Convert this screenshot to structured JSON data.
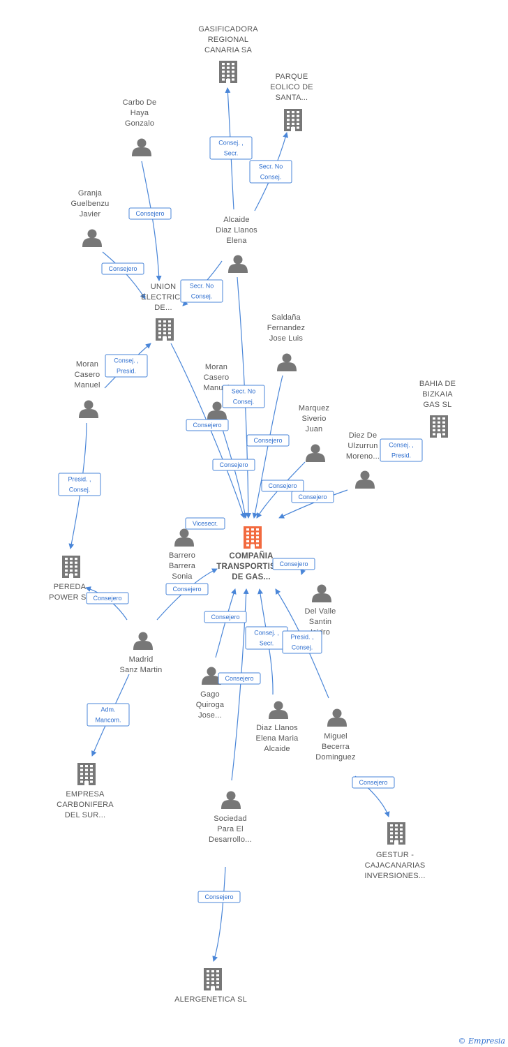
{
  "colors": {
    "edge": "#4a86d8",
    "node": "#777777",
    "main": "#f26a3f"
  },
  "nodes": [
    {
      "id": "gasif",
      "type": "company",
      "label": [
        "GASIFICADORA",
        "REGIONAL",
        "CANARIA SA"
      ]
    },
    {
      "id": "parque",
      "type": "company",
      "label": [
        "PARQUE",
        "EOLICO DE",
        "SANTA..."
      ]
    },
    {
      "id": "carbo",
      "type": "person",
      "label": [
        "Carbo De",
        "Haya",
        "Gonzalo"
      ]
    },
    {
      "id": "granja",
      "type": "person",
      "label": [
        "Granja",
        "Guelbenzu",
        "Javier"
      ]
    },
    {
      "id": "alcaide",
      "type": "person",
      "label": [
        "Alcaide",
        "Diaz Llanos",
        "Elena"
      ]
    },
    {
      "id": "union",
      "type": "company",
      "label": [
        "UNION",
        "ELECTRICA",
        "DE..."
      ]
    },
    {
      "id": "saldana",
      "type": "person",
      "label": [
        "Saldaña",
        "Fernandez",
        "Jose Luis"
      ]
    },
    {
      "id": "moran1",
      "type": "person",
      "label": [
        "Moran",
        "Casero",
        "Manuel"
      ]
    },
    {
      "id": "moran2",
      "type": "person",
      "label": [
        "Moran",
        "Casero",
        "Manuel"
      ]
    },
    {
      "id": "bahia",
      "type": "company",
      "label": [
        "BAHIA DE",
        "BIZKAIA",
        "GAS SL"
      ]
    },
    {
      "id": "marquez",
      "type": "person",
      "label": [
        "Marquez",
        "Siverio",
        "Juan"
      ]
    },
    {
      "id": "diez",
      "type": "person",
      "label": [
        "Diez De",
        "Ulzurrun",
        "Moreno..."
      ]
    },
    {
      "id": "main",
      "type": "main",
      "label": [
        "COMPAÑIA",
        "TRANSPORTISTA",
        "DE GAS..."
      ]
    },
    {
      "id": "barrero",
      "type": "person",
      "label": [
        "Barrero",
        "Barrera",
        "Sonia"
      ]
    },
    {
      "id": "pereda",
      "type": "company",
      "label": [
        "PEREDA",
        "POWER SL"
      ]
    },
    {
      "id": "delvalle",
      "type": "person",
      "label": [
        "Del Valle",
        "Santin",
        "Isidro"
      ]
    },
    {
      "id": "madrid",
      "type": "person",
      "label": [
        "Madrid",
        "Sanz Martin"
      ]
    },
    {
      "id": "gago",
      "type": "person",
      "label": [
        "Gago",
        "Quiroga",
        "Jose..."
      ]
    },
    {
      "id": "diazll",
      "type": "person",
      "label": [
        "Diaz Llanos",
        "Elena Maria",
        "Alcaide"
      ]
    },
    {
      "id": "miguel",
      "type": "person",
      "label": [
        "Miguel",
        "Becerra",
        "Dominguez"
      ]
    },
    {
      "id": "empresa",
      "type": "company",
      "label": [
        "EMPRESA",
        "CARBONIFERA",
        "DEL SUR..."
      ]
    },
    {
      "id": "gestur",
      "type": "company",
      "label": [
        "GESTUR -",
        "CAJACANARIAS",
        "INVERSIONES..."
      ]
    },
    {
      "id": "sociedad",
      "type": "person",
      "label": [
        "Sociedad",
        "Para El",
        "Desarrollo..."
      ]
    },
    {
      "id": "alergenetica",
      "type": "company",
      "label": [
        "ALERGENETICA SL"
      ]
    }
  ],
  "relations": [
    {
      "id": "r1",
      "label": [
        "Consej. ,",
        "Secr."
      ]
    },
    {
      "id": "r2",
      "label": [
        "Secr.  No",
        "Consej."
      ]
    },
    {
      "id": "r3",
      "label": [
        "Consejero"
      ]
    },
    {
      "id": "r4",
      "label": [
        "Consejero"
      ]
    },
    {
      "id": "r5",
      "label": [
        "Secr.  No",
        "Consej."
      ]
    },
    {
      "id": "r6",
      "label": [
        "Consej. ,",
        "Presid."
      ]
    },
    {
      "id": "r7",
      "label": [
        "Secr.  No",
        "Consej."
      ]
    },
    {
      "id": "r8",
      "label": [
        "Consejero"
      ]
    },
    {
      "id": "r9",
      "label": [
        "Consejero"
      ]
    },
    {
      "id": "r10",
      "label": [
        "Consejero"
      ]
    },
    {
      "id": "r11",
      "label": [
        "Consej. ,",
        "Presid."
      ]
    },
    {
      "id": "r12",
      "label": [
        "Presid. ,",
        "Consej."
      ]
    },
    {
      "id": "r13",
      "label": [
        "Consejero"
      ]
    },
    {
      "id": "r14",
      "label": [
        "Consejero"
      ]
    },
    {
      "id": "r15",
      "label": [
        "Vicesecr."
      ]
    },
    {
      "id": "r16",
      "label": [
        "Consejero"
      ]
    },
    {
      "id": "r17",
      "label": [
        "Consejero"
      ]
    },
    {
      "id": "r18",
      "label": [
        "Consejero"
      ]
    },
    {
      "id": "r19",
      "label": [
        "Consejero"
      ]
    },
    {
      "id": "r20",
      "label": [
        "Consej. ,",
        "Secr."
      ]
    },
    {
      "id": "r21",
      "label": [
        "Presid. ,",
        "Consej."
      ]
    },
    {
      "id": "r22",
      "label": [
        "Consejero"
      ]
    },
    {
      "id": "r23",
      "label": [
        "Adm.",
        "Mancom."
      ]
    },
    {
      "id": "r24",
      "label": [
        "Consejero"
      ]
    },
    {
      "id": "r25",
      "label": [
        "Consejero"
      ]
    }
  ],
  "footer": {
    "copyright": "©",
    "brand": "Empresia"
  }
}
